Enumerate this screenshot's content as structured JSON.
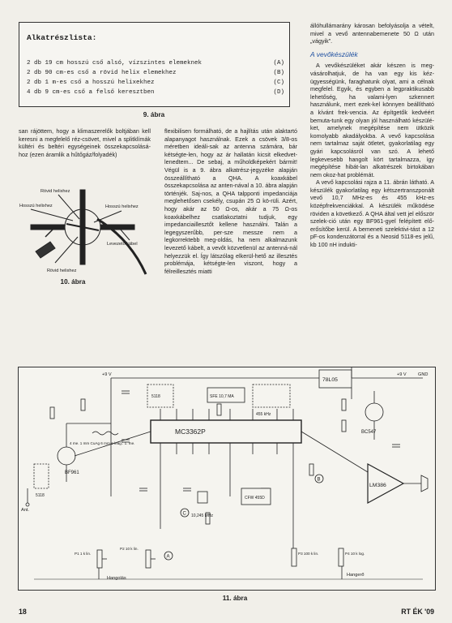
{
  "parts_list": {
    "title": "Alkatrészlista:",
    "rows": [
      {
        "text": "2 db 19 cm hosszú cső alsó, vízszintes elemeknek",
        "ref": "(A)"
      },
      {
        "text": "2 db 90 cm-es cső a rövid helix elemekhez",
        "ref": "(B)"
      },
      {
        "text": "2 db 1 m-es cső a hosszú helixekhez",
        "ref": "(C)"
      },
      {
        "text": "4 db 9 cm-es cső a felső keresztben",
        "ref": "(D)"
      }
    ]
  },
  "fig9_caption": "9. ábra",
  "fig10": {
    "caption": "10. ábra",
    "labels": {
      "short_helix_top": "Rövid helixhez",
      "long_helix_left": "Hosszú helixhez",
      "long_helix_right": "Hosszú helixhez",
      "cable": "Levezető kábel",
      "short_helix_bottom": "Rövid helixhez"
    }
  },
  "col1_text": "san rájöttem, hogy a klimaszerelők boltjában kell keresni a megfelelő réz-csövet, mivel a splitklímák kültéri és beltéri egységeinek összekapcsolásá-hoz (ezen áramlik a hűtőgáz/folyadék)",
  "col2_text": "flexibilisen formálható, de a hajlítás után alaktartó alapanyagot használnak. Ezek a csövek 3/8-os méretben ideáli-sak az antenna számára, bár kétségte-len, hogy az ár hallatán kicsit elkedvet-lenedtem... De sebaj, a műholdképekért bármit! Végül is a 9. ábra alkatrész-jegyzéke alapján összeállítható a QHA. A koaxkábel összekapcsolása az anten-nával a 10. ábra alapján történjék. Saj-nos, a QHA talpponti impedanciája meglehetősen csekély, csupán 25 Ω kö-rüli. Azért, hogy akár az 50 Ω-os, akár a 75 Ω-os koaxkábelhez csatlakoztatni tudjuk, egy impedanciaillesztőt kellene használni. Talán a legegyszerűbb, per-sze messze nem a legkorrektebb meg-oldás, ha nem alkalmazunk levezető kábelt, a vevőt közvetlenül az antenná-nál helyezzük el. Így látszólag elkerül-hető az illesztés problémája, kétségte-len viszont, hogy a félreillesztés miatti",
  "col3_para1": "állóhullámarány károsan befolyásolja a vételt, mivel a vevő antennabemenete 50 Ω után „vágyik”.",
  "col3_heading": "A vevőkészülék",
  "col3_para2": "A vevőkészüléket akár készen is meg-vásárolhatjuk, de ha van egy kis kéz-ügyességünk, faraghatunk olyat, ami a célnak megfelel. Egyik, és egyben a legpraktikusabb lehetőség, ha valami-lyen szkennert használunk, mert ezek-kel könnyen beállítható a kívánt frek-vencia. Az építgetők kedvéért bemuta-tunk egy olyan jól használható készülé-ket, amelynek megépítése nem ütközik komolyabb akadályokba. A vevő kapcsolása nem tartalmaz saját ötletet, gyakorlatilag egy gyári kapcsolásról van szó. A lehető legkevesebb hangolt kört tartalmazza, így megépítése hibát-lan alkatrészek birtokában nem okoz-hat problémát.",
  "col3_para3": "A vevő kapcsolási rajza a 11. ábrán látható. A készülék gyakorlatilag egy kétszertranszponált vevő 10,7 MHz-es és 455 kHz-es középfrekvenciákkal. A készülék működése röviden a következő. A QHA által vett jel először szelek-ció után egy BF961-gyel felépített elő-erősítőbe kerül. A bemeneti szelektivi-tást a 12 pF-os kondenzátorral és a Neosid 5118-es jelű, kb 100 nH indukti-",
  "schematic": {
    "caption": "11. ábra",
    "ic_main": "MC3362P",
    "ic_reg": "78L05",
    "ic_amp": "LM386",
    "q1": "BF961",
    "q2": "BC547",
    "coil_in": "5118",
    "coil_osc": "5118",
    "filter1": "SFE 10,7 MA",
    "filter2": "CFW 455D",
    "if_coil": "455 kHz",
    "xtal": "10,245 MHz",
    "coil_spec": "4 me. 1 mm CuAg 6 mm ø leág.: 1. me.",
    "supply": "+9 V",
    "gnd": "GND",
    "tuning": "Hangolás",
    "volume": "Hangerő",
    "ant": "Ant.",
    "pot1": "P1 1 k lin.",
    "pot2": "P2 10 k lin.",
    "pot3": "P3 100 k lin.",
    "pot4": "P4 10 k log.",
    "mark_a": "A",
    "mark_b": "B",
    "mark_c": "C"
  },
  "footer": {
    "page": "18",
    "journal": "RT ÉK '09"
  }
}
